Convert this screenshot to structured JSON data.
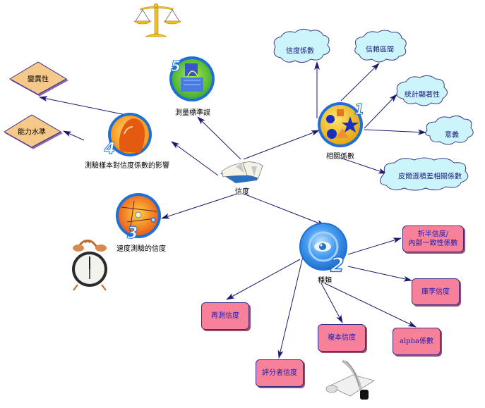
{
  "central": {
    "label": "信度"
  },
  "topics": [
    {
      "id": "t1",
      "number": "1",
      "label": "相關係數"
    },
    {
      "id": "t2",
      "number": "2",
      "label": "種類"
    },
    {
      "id": "t3",
      "number": "3",
      "label": "速度測驗的信度"
    },
    {
      "id": "t4",
      "number": "4",
      "label": "測驗樣本對信度係數的影響"
    },
    {
      "id": "t5",
      "number": "5",
      "label": "測量標準誤"
    }
  ],
  "clouds": [
    {
      "label": "信度係數"
    },
    {
      "label": "信賴區間"
    },
    {
      "label": "統計顯著性"
    },
    {
      "label": "意義"
    },
    {
      "label": "皮爾遜積差相關係數"
    }
  ],
  "types": [
    {
      "label_line1": "折半信度/",
      "label_line2": "內部一致性係數"
    },
    {
      "label": "庫李信度"
    },
    {
      "label": "alpha係數"
    },
    {
      "label": "複本信度"
    },
    {
      "label": "評分者信度"
    },
    {
      "label": "再測信度"
    }
  ],
  "diamonds": [
    {
      "label": "變異性"
    },
    {
      "label": "能力水準"
    }
  ],
  "decorations": {
    "scale": "balance-scale-icon",
    "clock": "alarm-clock-icon",
    "scroll": "quill-scroll-icon",
    "book": "open-book-icon"
  },
  "colors": {
    "arrow": "#1a1a6e",
    "cloud_fill": "#ccf5fb",
    "box_fill": "#f7819b",
    "diamond_fill": "#f5c98a",
    "topic1": "#f2c230",
    "topic2": "#3d8fe0",
    "topic3": "#f06a1e",
    "topic4": "#f79a20",
    "topic5": "#5bc23d"
  }
}
